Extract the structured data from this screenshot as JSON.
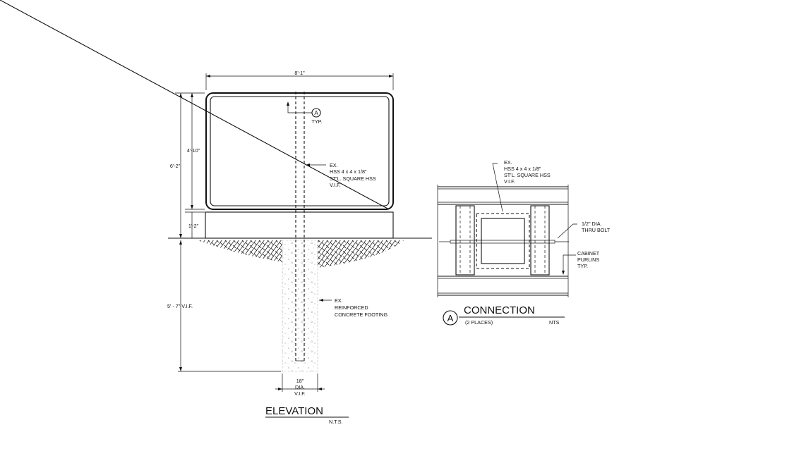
{
  "elevation": {
    "dim_width": "8'-1\"",
    "dim_total_height": "6'-2\"",
    "dim_cabinet_height": "4'-10\"",
    "dim_base_height": "1'-2\"",
    "dim_footing_depth": "5' - 7\"  V.I.F.",
    "dim_footing_dia": [
      "18\"",
      "DIA.",
      "V.I.F."
    ],
    "callout_marker": "A",
    "callout_typ": "TYP.",
    "hss_note": [
      "EX.",
      "HSS 4 x 4 x 1/8\"",
      "ST'L. SQUARE HSS",
      "V.I.F."
    ],
    "footing_note": [
      "EX.",
      "REINFORCED",
      "CONCRETE FOOTING"
    ],
    "title": "ELEVATION",
    "scale": "N.T.S."
  },
  "connection": {
    "hss_note": [
      "EX.",
      "HSS 4 x 4 x 1/8\"",
      "ST'L. SQUARE HSS",
      "V.I.F."
    ],
    "bolt_note": [
      "1/2\" DIA.",
      "THRU BOLT"
    ],
    "purlin_note": [
      "CABINET",
      "PURLINS",
      "TYP."
    ],
    "marker": "A",
    "title": "CONNECTION",
    "subtitle": "(2 PLACES)",
    "scale": "NTS"
  }
}
